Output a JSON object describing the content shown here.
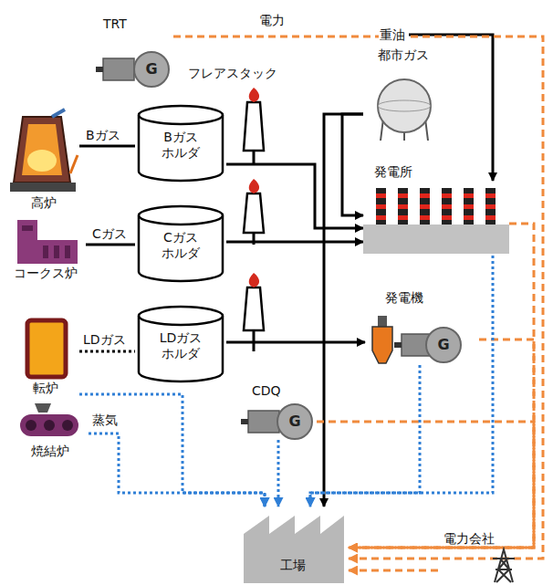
{
  "diagram": {
    "nodes": [
      {
        "text": [
          "高炉"
        ]
      },
      {
        "text": [
          "Bガスホルダ"
        ]
      },
      {
        "text": [
          "コークス炉"
        ]
      },
      {
        "text": [
          "Cガスホルダ"
        ]
      },
      {
        "text": [
          "転炉"
        ]
      },
      {
        "text": [
          "LDガスホルダ"
        ]
      },
      {
        "text": [
          "焼結炉"
        ]
      },
      {
        "text": [
          "TRT",
          "G"
        ]
      },
      {
        "text": [
          "都市ガス"
        ]
      },
      {
        "text": [
          "発電所"
        ]
      },
      {
        "text": [
          "発電機",
          "G"
        ]
      },
      {
        "text": [
          "CDQ",
          "G"
        ]
      },
      {
        "text": [
          "工場"
        ]
      },
      {
        "text": [
          "電力会社"
        ]
      }
    ],
    "edges": [
      {
        "from": 0,
        "to": 1,
        "arrow": "none",
        "label": "Bガス"
      },
      {
        "from": 2,
        "to": 3,
        "arrow": "none",
        "label": "Cガス"
      },
      {
        "from": 4,
        "to": 5,
        "arrow": "none",
        "label": "LDガス"
      },
      {
        "from": 1,
        "to": 9,
        "arrow": "to"
      },
      {
        "from": 3,
        "to": 9,
        "arrow": "to"
      },
      {
        "from": 5,
        "to": 10,
        "arrow": "to"
      },
      {
        "from": 8,
        "to": 9,
        "arrow": "to"
      },
      {
        "from": 8,
        "to": 12,
        "arrow": "to"
      },
      {
        "from": 9,
        "to": 12,
        "arrow": "to"
      },
      {
        "from": 10,
        "to": 12,
        "arrow": "to"
      },
      {
        "from": 11,
        "to": 12,
        "arrow": "to"
      },
      {
        "from": 7,
        "to": 12,
        "arrow": "to"
      },
      {
        "from": 13,
        "to": 12,
        "arrow": "to"
      },
      {
        "from": 10,
        "to": 12,
        "arrow": "to"
      },
      {
        "from": 9,
        "to": 12,
        "arrow": "to"
      },
      {
        "from": 6,
        "to": 12,
        "arrow": "to"
      },
      {
        "from": 4,
        "to": 12,
        "arrow": "to"
      },
      {
        "from": 11,
        "to": 12,
        "arrow": "to"
      }
    ],
    "labels": [
      "電力",
      "フレアスタック",
      "重油",
      "蒸気"
    ]
  }
}
